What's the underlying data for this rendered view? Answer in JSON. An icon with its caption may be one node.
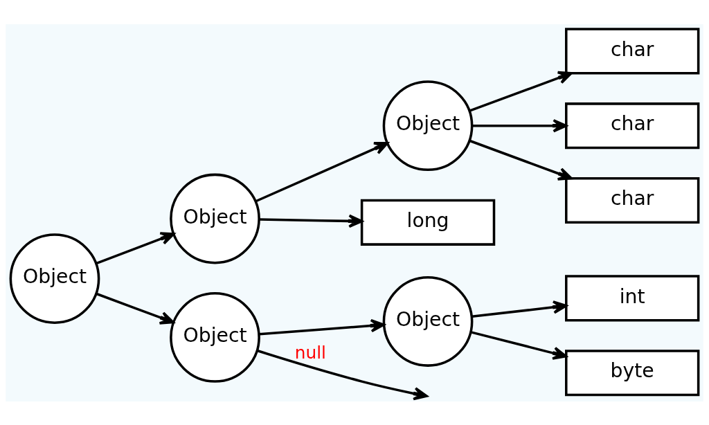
{
  "diagram": {
    "nodes": [
      {
        "text": [
          "Object"
        ]
      },
      {
        "text": [
          "Object"
        ]
      },
      {
        "text": [
          "Object"
        ]
      },
      {
        "text": [
          "char"
        ]
      },
      {
        "text": [
          "char"
        ]
      },
      {
        "text": [
          "char"
        ]
      },
      {
        "text": [
          "long"
        ]
      },
      {
        "text": [
          "Object"
        ]
      },
      {
        "text": [
          "Object"
        ]
      },
      {
        "text": [
          "int"
        ]
      },
      {
        "text": [
          "byte"
        ]
      }
    ],
    "edges": [
      {
        "from": 0,
        "to": 1,
        "arrow": "to"
      },
      {
        "from": 0,
        "to": 7,
        "arrow": "to"
      },
      {
        "from": 1,
        "to": 2,
        "arrow": "to"
      },
      {
        "from": 1,
        "to": 6,
        "arrow": "to"
      },
      {
        "from": 2,
        "to": 3,
        "arrow": "to"
      },
      {
        "from": 2,
        "to": 4,
        "arrow": "to"
      },
      {
        "from": 2,
        "to": 5,
        "arrow": "to"
      },
      {
        "from": 7,
        "to": 8,
        "arrow": "to"
      },
      {
        "from": 7,
        "to": null,
        "arrow": "to",
        "label": "null"
      },
      {
        "from": 8,
        "to": 9,
        "arrow": "to"
      },
      {
        "from": 8,
        "to": 10,
        "arrow": "to"
      }
    ]
  }
}
